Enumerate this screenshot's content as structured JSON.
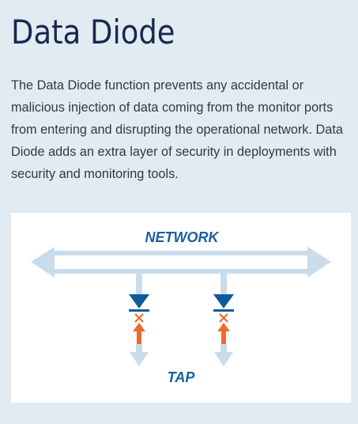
{
  "page": {
    "title": "Data Diode",
    "description": "The Data Diode function prevents any accidental or malicious injection of data coming from the monitor ports from entering and disrupting the operational network. Data Diode adds an extra layer of security in deployments with security and monitoring tools."
  },
  "diagram": {
    "network_label": "NETWORK",
    "tap_label": "TAP",
    "colors": {
      "bus": "#c8dcec",
      "diode": "#0f5a9c",
      "blocked": "#ee6a2c",
      "label": "#1a5fa3",
      "background": "#ffffff",
      "page_background": "#e3ebf2",
      "title": "#152a4e",
      "text": "#2d3a4a"
    }
  }
}
